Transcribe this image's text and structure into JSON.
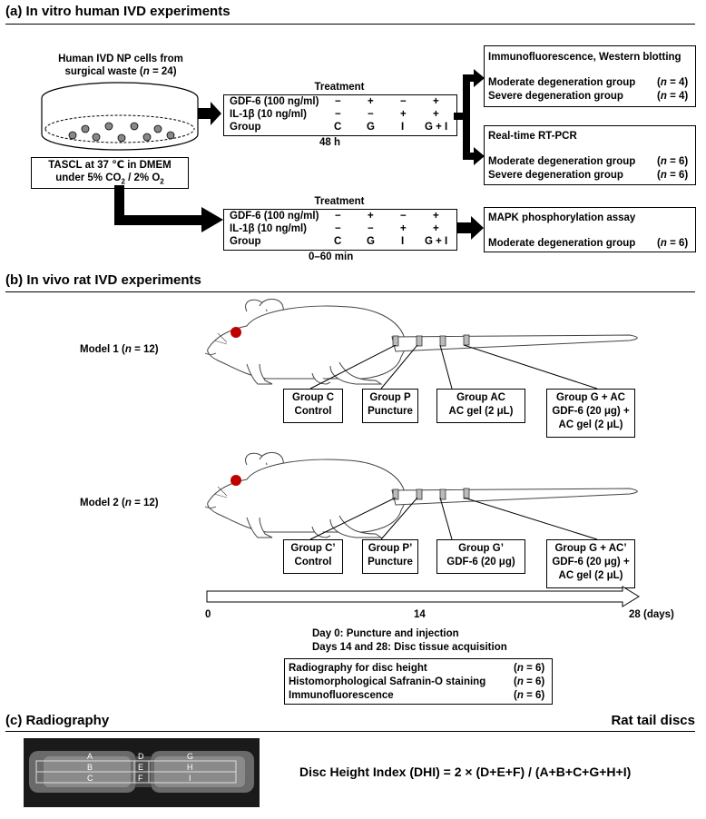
{
  "sections": {
    "a_title": "(a) In vitro human IVD experiments",
    "b_title": "(b) In vivo rat IVD experiments",
    "c_title": "(c) Radiography",
    "c_right": "Rat tail discs"
  },
  "cells": {
    "source_line1": "Human IVD NP cells from",
    "source_line2": "surgical waste (n = 24)",
    "culture_line1": "TASCL at 37 ℃ in DMEM",
    "culture_line2": "under 5% CO2 / 2% O2"
  },
  "treatment": {
    "label": "Treatment",
    "row_labels": [
      "GDF-6 (100 ng/ml)",
      "IL-1β (10 ng/ml)",
      "Group"
    ],
    "gdf6": [
      "−",
      "+",
      "−",
      "+"
    ],
    "il1b": [
      "−",
      "−",
      "+",
      "+"
    ],
    "groups": [
      "C",
      "G",
      "I",
      "G + I"
    ],
    "time1": "48 h",
    "time2": "0–60 min"
  },
  "results": {
    "box1_title": "Immunofluorescence, Western blotting",
    "box1_rows": [
      [
        "Moderate degeneration group",
        "(n = 4)"
      ],
      [
        "Severe degeneration group",
        "(n = 4)"
      ]
    ],
    "box2_title": "Real-time RT-PCR",
    "box2_rows": [
      [
        "Moderate degeneration group",
        "(n = 6)"
      ],
      [
        "Severe degeneration group",
        "(n = 6)"
      ]
    ],
    "box3_title": "MAPK phosphorylation assay",
    "box3_rows": [
      [
        "Moderate degeneration group",
        "(n = 6)"
      ]
    ]
  },
  "models": {
    "model1": "Model 1 (n = 12)",
    "model2": "Model 2 (n = 12)",
    "model1_groups": [
      [
        "Group C",
        "Control"
      ],
      [
        "Group P",
        "Puncture"
      ],
      [
        "Group AC",
        "AC gel (2 μL)"
      ],
      [
        "Group G + AC",
        "GDF-6 (20 μg) +",
        "AC gel (2 μL)"
      ]
    ],
    "model2_groups": [
      [
        "Group C’",
        "Control"
      ],
      [
        "Group P’",
        "Puncture"
      ],
      [
        "Group G’",
        "GDF-6 (20 μg)"
      ],
      [
        "Group G + AC’",
        "GDF-6 (20 μg) +",
        "AC gel (2 μL)"
      ]
    ]
  },
  "timeline": {
    "ticks": [
      "0",
      "14",
      "28"
    ],
    "unit": "(days)",
    "day0": "Day 0: Puncture and injection",
    "day14_28": "Days 14 and 28: Disc tissue acquisition",
    "assays": [
      [
        "Radiography for disc height",
        "(n = 6)"
      ],
      [
        "Histomorphological Safranin-O staining",
        "(n = 6)"
      ],
      [
        "Immunofluorescence",
        "(n = 6)"
      ]
    ]
  },
  "radiograph": {
    "labels": [
      "A",
      "B",
      "C",
      "D",
      "E",
      "F",
      "G",
      "H",
      "I"
    ],
    "formula": "Disc Height Index (DHI) = 2 × (D+E+F) / (A+B+C+G+H+I)"
  }
}
